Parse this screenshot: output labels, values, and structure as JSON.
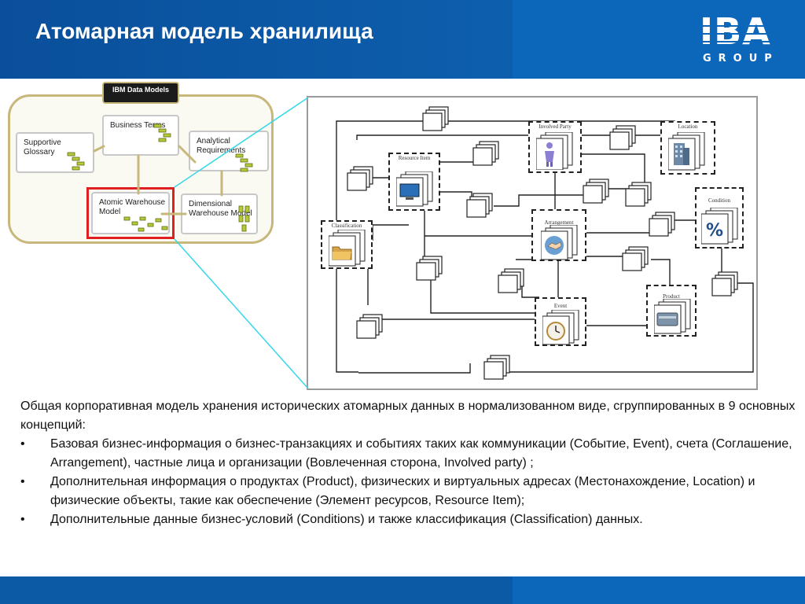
{
  "header": {
    "title": "Атомарная модель хранилища",
    "logo_main": "IBA",
    "logo_sub": "GROUP"
  },
  "ibm_models": {
    "tag": "IBM Data Models",
    "boxes": {
      "supportive": "Supportive Glossary",
      "business": "Business Terms",
      "analytical": "Analytical Requirements",
      "atomic": "Atomic Warehouse Model",
      "dimensional": "Dimensional Warehouse Model"
    }
  },
  "diagram": {
    "entities": {
      "involved_party": "Involved Party",
      "location": "Location",
      "resource_item": "Resource Item",
      "condition": "Condition",
      "classification": "Classification",
      "arrangement": "Arrangement",
      "event": "Event",
      "product": "Product"
    }
  },
  "text": {
    "intro": "Общая корпоративная модель хранения исторических атомарных данных в нормализованном виде, сгруппированных в 9 основных концепций:",
    "bullet_mark": "•",
    "bullets": [
      "Базовая бизнес-информация о бизнес-транзакциях и событиях таких как коммуникации (Событие, Event), счета (Соглашение, Arrangement), частные лица и организации (Вовлеченная сторона, Involved party) ;",
      "Дополнительная информация о продуктах (Product), физических и виртуальных адресах (Местонахождение, Location)  и физические объекты, такие как обеспечение (Элемент ресурсов, Resource Item);",
      "Дополнительные данные бизнес-условий (Conditions) и также классификация  (Classification) данных."
    ]
  },
  "colors": {
    "header_blue": "#0d5fae",
    "panel_border": "#c8b77a",
    "highlight_red": "#e02020",
    "connector_cyan": "#35d8ea"
  }
}
